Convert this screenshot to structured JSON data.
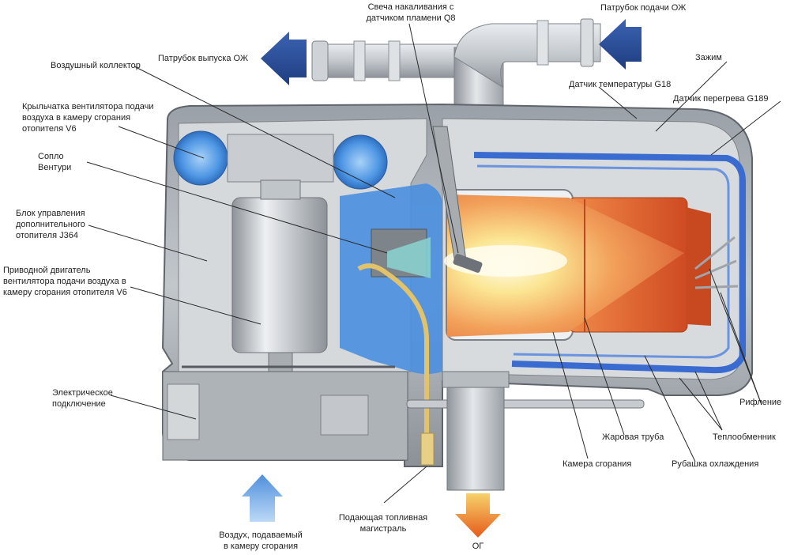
{
  "labels": {
    "glow_plug": "Свеча накаливания с\nдатчиком пламени Q8",
    "coolant_inlet": "Патрубок подачи ОЖ",
    "coolant_outlet": "Патрубок выпуска ОЖ",
    "clamp": "Зажим",
    "air_manifold": "Воздушный коллектор",
    "temp_sensor": "Датчик температуры G18",
    "overheat_sensor": "Датчик перегрева G189",
    "fan_impeller": "Крыльчатка вентилятора подачи\nвоздуха в камеру сгорания\nотопителя V6",
    "venturi": "Сопло\nВентури",
    "control_unit": "Блок управления\nдополнительного\nотопителя J364",
    "fan_motor": "Приводной двигатель\nвентилятора подачи воздуха в\nкамеру сгорания отопителя V6",
    "electric_connection": "Электрическое\nподключение",
    "ribbing": "Рифление",
    "heat_exchanger": "Теплообменник",
    "flame_tube": "Жаровая труба",
    "combustion_chamber": "Камера сгорания",
    "cooling_jacket": "Рубашка охлаждения",
    "air_intake": "Воздух, подаваемый\nв камеру сгорания",
    "fuel_line": "Подающая топливная\nмагистраль",
    "exhaust": "ОГ"
  },
  "colors": {
    "coolant_arrow": "#2d4f9a",
    "air_arrow": "#5a9be0",
    "exhaust_arrow": "#e8621e",
    "housing": "#b9bec4",
    "cooling_channel": "#3a6bd0",
    "flame_tube": "#d6542a",
    "fuel_line": "#e2c36a"
  }
}
